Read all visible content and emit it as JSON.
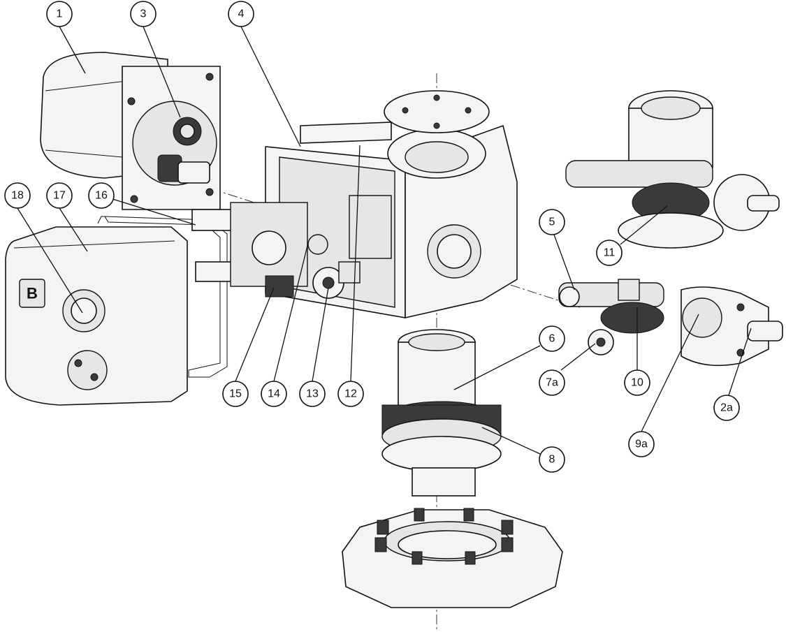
{
  "diagram": {
    "callouts": [
      {
        "label": "1"
      },
      {
        "label": "3"
      },
      {
        "label": "4"
      },
      {
        "label": "18"
      },
      {
        "label": "17"
      },
      {
        "label": "16"
      },
      {
        "label": "5"
      },
      {
        "label": "6"
      },
      {
        "label": "7a"
      },
      {
        "label": "8"
      },
      {
        "label": "9a"
      },
      {
        "label": "10"
      },
      {
        "label": "11"
      },
      {
        "label": "12"
      },
      {
        "label": "13"
      },
      {
        "label": "14"
      },
      {
        "label": "15"
      },
      {
        "label": "2a"
      }
    ],
    "logo_text": "B",
    "line_color": "#111111",
    "background_color": "#ffffff"
  }
}
